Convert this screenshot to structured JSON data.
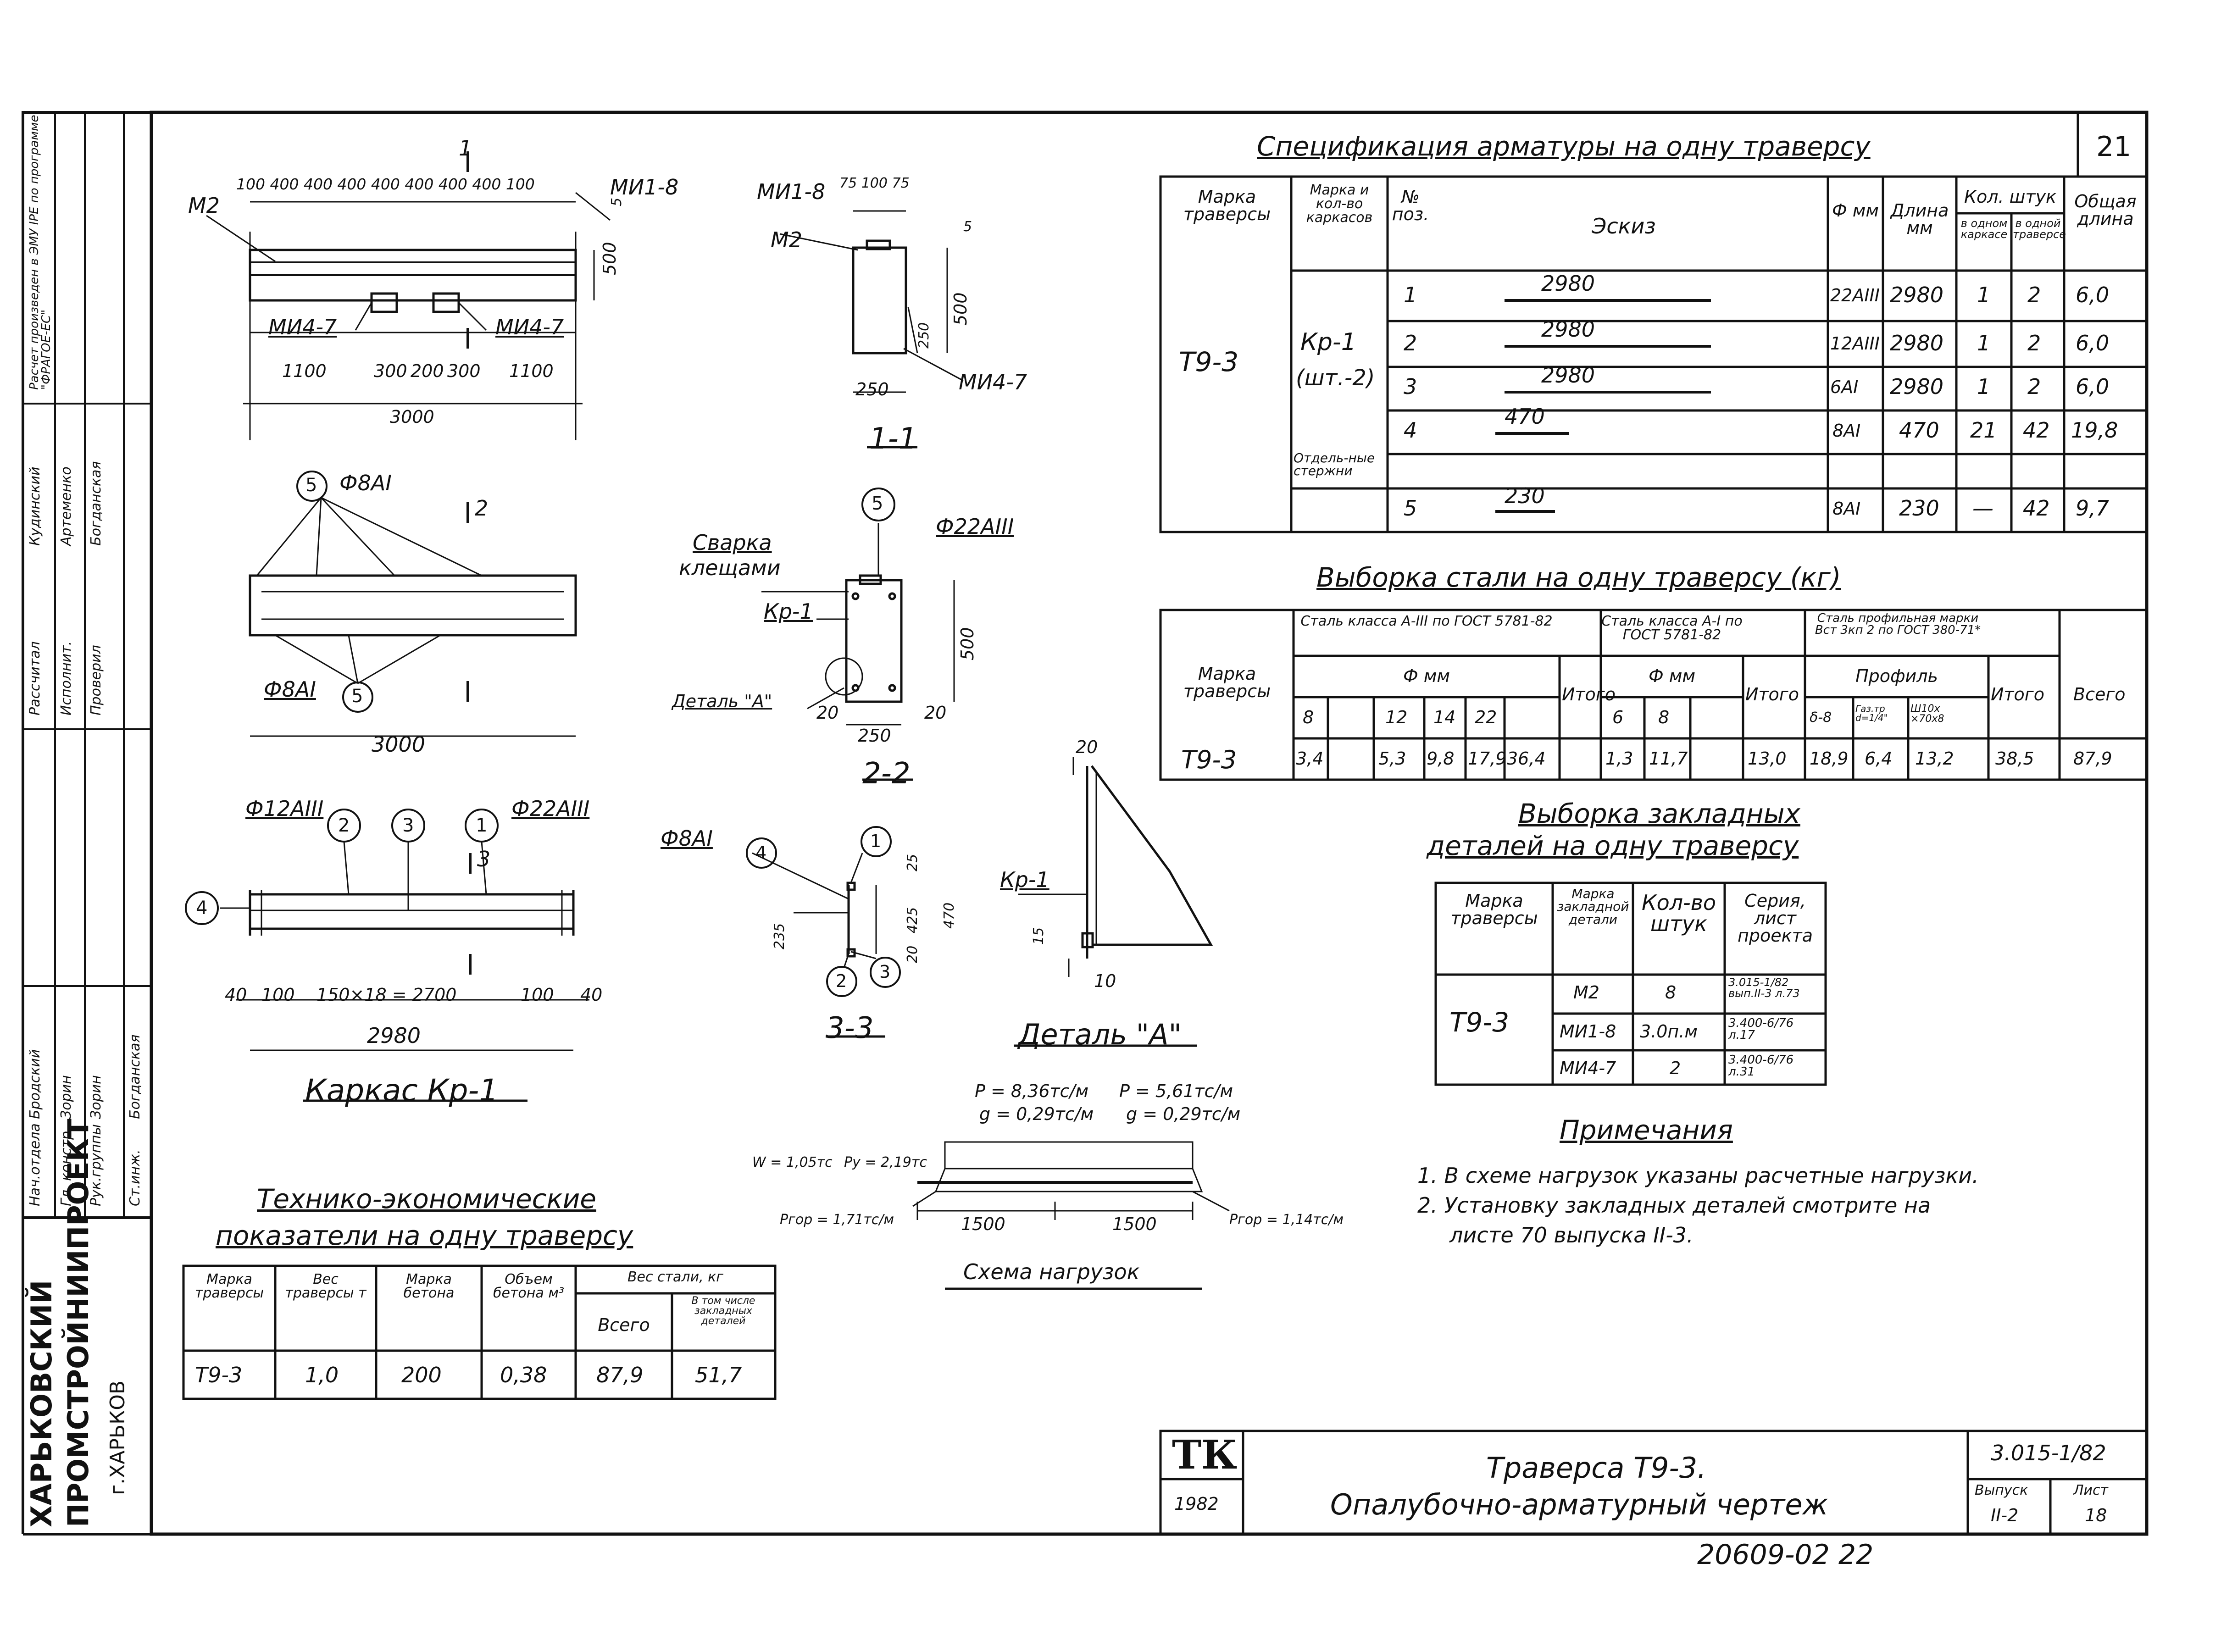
{
  "sheet_number": "21",
  "stamp_code": "20609-02  22",
  "org": {
    "line1": "ХАРЬКОВСКИЙ",
    "line2": "ПРОМСТРОЙНИИПРОЕКТ",
    "line3": "г.ХАРЬКОВ"
  },
  "side_stamp": {
    "rows": [
      {
        "role": "Нач.отдела",
        "name": "Бродский"
      },
      {
        "role": "Гл. констр.",
        "name": "Зорин"
      },
      {
        "role": "Рук.группы",
        "name": "Зорин"
      },
      {
        "role": "Ст.инж.",
        "name": "Богданская"
      },
      {
        "role": "Рассчитал",
        "name": "Исполнит."
      },
      {
        "role": "Исполнил",
        "name": "Артеменко"
      },
      {
        "role": "Проверил",
        "name": "Богданская"
      },
      {
        "role": "Расчет",
        "name": "Кудинский"
      }
    ],
    "note": "Расчет произведен в ЭМУ IPE по программе \"ФРАГОЕ-ЕС\""
  },
  "spec": {
    "title": "Спецификация арматуры на одну траверсу",
    "headers": {
      "mark": "Марка траверсы",
      "frames": "Марка и кол-во каркасов",
      "pos": "№ поз.",
      "sketch": "Эскиз",
      "diam": "Ф мм",
      "length": "Длина мм",
      "qty": "Кол. штук",
      "qty_frame": "в одном каркасе",
      "qty_beam": "в одной траверсе",
      "total": "Общая длина"
    },
    "mark": "Т9-3",
    "frame": "Кр-1",
    "frame_count": "(шт.-2)",
    "separate": "Отдель-ные стержни",
    "rows": [
      {
        "pos": "1",
        "sketch": "2980",
        "diam": "22АIII",
        "length": "2980",
        "q1": "1",
        "q2": "2",
        "total": "6,0"
      },
      {
        "pos": "2",
        "sketch": "2980",
        "diam": "12АIII",
        "length": "2980",
        "q1": "1",
        "q2": "2",
        "total": "6,0"
      },
      {
        "pos": "3",
        "sketch": "2980",
        "diam": "6АI",
        "length": "2980",
        "q1": "1",
        "q2": "2",
        "total": "6,0"
      },
      {
        "pos": "4",
        "sketch": "470",
        "diam": "8АI",
        "length": "470",
        "q1": "21",
        "q2": "42",
        "total": "19,8"
      },
      {
        "pos": "5",
        "sketch": "230",
        "diam": "8АI",
        "length": "230",
        "q1": "—",
        "q2": "42",
        "total": "9,7"
      }
    ]
  },
  "steel": {
    "title": "Выборка стали на одну траверсу (кг)",
    "h_mark": "Марка траверсы",
    "h_a3": "Сталь класса А-III по ГОСТ 5781-82",
    "h_a1": "Сталь класса А-I по ГОСТ 5781-82",
    "h_prof": "Сталь профильная марки Вст 3кп 2 по ГОСТ 380-71*",
    "h_dmm": "Ф мм",
    "h_total": "Итого",
    "h_prof2": "Профиль",
    "h_all": "Всего",
    "h_d": [
      "8",
      "12",
      "14",
      "22",
      "6",
      "8"
    ],
    "h_p": [
      "δ-8",
      "Газ.тр d=1/4\"",
      "Ш10х ×70х8"
    ],
    "row": {
      "mark": "Т9-3",
      "v": [
        "3,4",
        "",
        "5,3",
        "9,8",
        "17,9",
        "36,4",
        "1,3",
        "11,7",
        "",
        "13,0",
        "18,9",
        "6,4",
        "13,2",
        "",
        "38,5",
        "87,9"
      ]
    }
  },
  "emb": {
    "title1": "Выборка закладных",
    "title2": "деталей на одну траверсу",
    "headers": [
      "Марка траверсы",
      "Марка закладной детали",
      "Кол-во штук",
      "Серия, лист проекта"
    ],
    "mark": "Т9-3",
    "rows": [
      {
        "d": "М2",
        "q": "8",
        "s": "3.015-1/82 вып.II-3 л.73"
      },
      {
        "d": "МИ1-8",
        "q": "3.0п.м",
        "s": "3.400-6/76 л.17"
      },
      {
        "d": "МИ4-7",
        "q": "2",
        "s": "3.400-6/76 л.31"
      }
    ]
  },
  "notes": {
    "title": "Примечания",
    "lines": [
      "1. В схеме нагрузок указаны расчетные нагрузки.",
      "2. Установку закладных деталей смотрите на",
      "листе 70 выпуска II-3."
    ]
  },
  "tep": {
    "title1": "Технико-экономические",
    "title2": "показатели на одну траверсу",
    "headers": [
      "Марка траверсы",
      "Вес траверсы т",
      "Марка бетона",
      "Объем бетона м³",
      "Вес стали, кг",
      "Всего",
      "В том числе закладных деталей"
    ],
    "row": [
      "Т9-3",
      "1,0",
      "200",
      "0,38",
      "87,9",
      "51,7"
    ]
  },
  "title_block": {
    "logo": "ТК",
    "year": "1982",
    "title1": "Траверса Т9-3.",
    "title2": "Опалубочно-арматурный чертеж",
    "series": "3.015-1/82",
    "issue_label": "Выпуск",
    "issue": "II-2",
    "sheet_label": "Лист",
    "sheet": "18"
  },
  "d_front": {
    "cut": "1",
    "m2": "М2",
    "mi18": "МИ1-8",
    "mi47a": "МИ4-7",
    "mi47b": "МИ4-7",
    "top_dims": "100 400 400 400 400 400 400 400 100",
    "bot_dims": [
      "1100",
      "300",
      "200",
      "300",
      "1100"
    ],
    "total": "3000",
    "h500": "500",
    "h5": "5"
  },
  "d_sec11": {
    "mi18": "МИ1-8",
    "top": "75 100 75",
    "m2": "М2",
    "d250a": "250",
    "d500": "500",
    "w250": "250",
    "mi47": "МИ4-7",
    "label": "1-1",
    "h5": "5"
  },
  "d_plan": {
    "cut": "2",
    "p5a": "5",
    "p5b": "5",
    "bar_a": "Ф8АI",
    "bar_b": "Ф8АI",
    "total": "3000"
  },
  "d_sec22": {
    "p5": "5",
    "weld1": "Сварка",
    "weld2": "клещами",
    "kr": "Кр-1",
    "bar": "Ф22АIII",
    "h500": "500",
    "det": "Деталь \"А\"",
    "d20a": "20",
    "w250": "250",
    "d20b": "20",
    "label": "2-2"
  },
  "d_frame": {
    "bar12": "Ф12АIII",
    "p2": "2",
    "p3": "3",
    "p1": "1",
    "bar22": "Ф22АIII",
    "p4": "4",
    "cut": "3",
    "dims": [
      "40",
      "100",
      "150×18 = 2700",
      "100",
      "40"
    ],
    "total": "2980",
    "title": "Каркас Кр-1"
  },
  "d_sec33": {
    "bar": "Ф8АI",
    "p4": "4",
    "p1": "1",
    "d25": "25",
    "d425": "425",
    "d470": "470",
    "d235": "235",
    "d20": "20",
    "p2": "2",
    "p3": "3",
    "label": "3-3"
  },
  "d_detA": {
    "d20": "20",
    "kr": "Кр-1",
    "d15": "15",
    "d10": "10",
    "label": "Деталь \"А\""
  },
  "loads": {
    "p1": "P = 8,36тс/м",
    "g1": "g = 0,29тс/м",
    "p2": "P = 5,61тс/м",
    "g2": "g = 0,29тс/м",
    "w": "W = 1,05тс",
    "py": "Py = 2,19тс",
    "r1": "Pгор = 1,71тс/м",
    "r2": "Pгор = 1,14тс/м",
    "l1": "1500",
    "l2": "1500",
    "title": "Схема нагрузок"
  }
}
